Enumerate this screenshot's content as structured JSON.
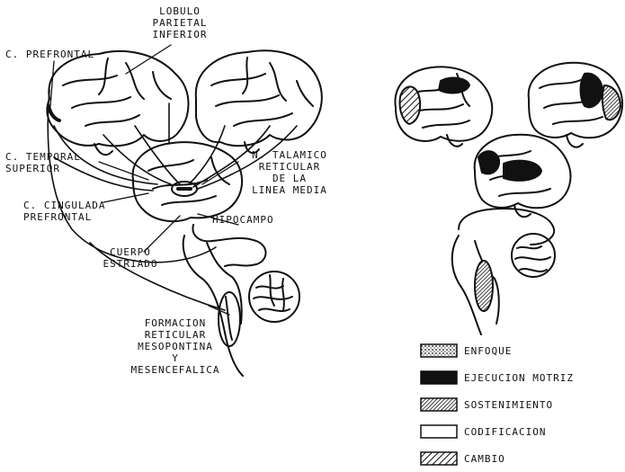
{
  "labels": {
    "lobulo": "LOBULO\nPARIETAL\nINFERIOR",
    "prefrontal": "C. PREFRONTAL",
    "temporal": "C. TEMPORAL\nSUPERIOR",
    "cingulada": "C. CINGULADA\nPREFRONTAL",
    "cuerpo": "CUERPO\nESTRIADO",
    "talamico": "N. TALAMICO\nRETICULAR\nDE LA\nLINEA MEDIA",
    "hipocampo": "HIPOCAMPO",
    "formacion": "FORMACION\nRETICULAR\nMESOPONTINA\nY\nMESENCEFALICA"
  },
  "legend": [
    {
      "label": "ENFOQUE",
      "pattern": "dots"
    },
    {
      "label": "EJECUCION MOTRIZ",
      "pattern": "solid"
    },
    {
      "label": "SOSTENIMIENTO",
      "pattern": "hatch-dense"
    },
    {
      "label": "CODIFICACION",
      "pattern": "empty"
    },
    {
      "label": "CAMBIO",
      "pattern": "hatch"
    }
  ],
  "colors": {
    "ink": "#111111",
    "paper": "#ffffff"
  }
}
